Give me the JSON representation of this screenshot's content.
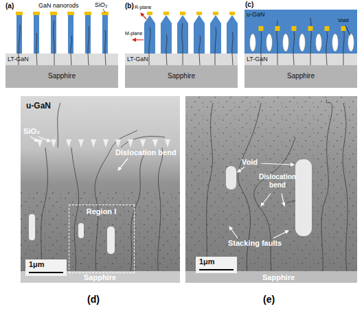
{
  "diagram": {
    "nodes": [
      {
        "text": [
          "LT-GaN"
        ]
      },
      {
        "text": [
          "Sapphire"
        ]
      },
      {
        "text": [
          "LT-GaN"
        ]
      },
      {
        "text": [
          "Sapphire"
        ]
      },
      {
        "text": [
          "u-GaN"
        ]
      },
      {
        "text": [
          "LT-GaN"
        ]
      },
      {
        "text": [
          "Sapphire"
        ]
      },
      {
        "text": [
          "u-GaN",
          "SiO₂",
          "Dislocation bend",
          "1μm",
          "Sapphire"
        ]
      },
      {
        "text": [
          "Region I"
        ],
        "in": 7
      },
      {
        "text": [
          "Void",
          "Dislocation bend",
          "Stacking faults",
          "1μm",
          "Sapphire"
        ]
      }
    ],
    "labels": [
      "(a)",
      "GaN nanorods",
      "SiO₂",
      "(b)",
      "R-plane",
      "M-plane",
      "(c)",
      "Void",
      "(d)",
      "(e)"
    ]
  }
}
